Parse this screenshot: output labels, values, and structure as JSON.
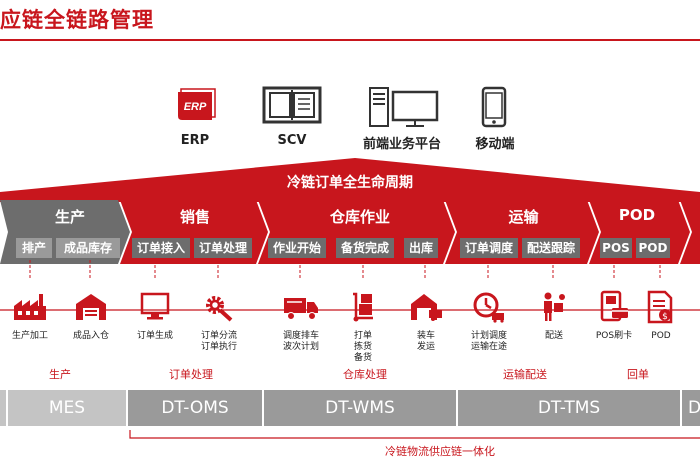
{
  "page": {
    "title": "应链全链路管理"
  },
  "systems": [
    {
      "icon": "erp-icon",
      "label": "ERP"
    },
    {
      "icon": "scv-book-icon",
      "label": "SCV"
    },
    {
      "icon": "desktop-computer-icon",
      "label": "前端业务平台"
    },
    {
      "icon": "mobile-phone-icon",
      "label": "移动端"
    }
  ],
  "lifecycle": {
    "label": "冷链订单全生命周期"
  },
  "stages": [
    {
      "label": "生产",
      "subs": [
        "排产",
        "成品库存"
      ]
    },
    {
      "label": "销售",
      "subs": [
        "订单接入",
        "订单处理"
      ]
    },
    {
      "label": "仓库作业",
      "subs": [
        "作业开始",
        "备货完成",
        "出库"
      ]
    },
    {
      "label": "运输",
      "subs": [
        "订单调度",
        "配送跟踪"
      ]
    },
    {
      "label": "POD",
      "subs": [
        "POS",
        "POD"
      ]
    }
  ],
  "processes": [
    {
      "icon": "factory-icon",
      "line1": "生产加工",
      "line2": "",
      "line3": ""
    },
    {
      "icon": "warehouse-icon",
      "line1": "成品入仓",
      "line2": "",
      "line3": ""
    },
    {
      "icon": "computer-monitor-icon",
      "line1": "订单生成",
      "line2": "",
      "line3": ""
    },
    {
      "icon": "gear-wrench-icon",
      "line1": "订单分流",
      "line2": "订单执行",
      "line3": ""
    },
    {
      "icon": "truck-icon",
      "line1": "调度排车",
      "line2": "波次计划",
      "line3": ""
    },
    {
      "icon": "hand-truck-icon",
      "line1": "打单",
      "line2": "拣货",
      "line3": "备货"
    },
    {
      "icon": "loading-dock-icon",
      "line1": "装车",
      "line2": "发运",
      "line3": ""
    },
    {
      "icon": "clock-delivery-icon",
      "line1": "计划调度",
      "line2": "运输在途",
      "line3": ""
    },
    {
      "icon": "delivery-person-icon",
      "line1": "配送",
      "line2": "",
      "line3": ""
    },
    {
      "icon": "pos-card-icon",
      "line1": "POS刷卡",
      "line2": "",
      "line3": ""
    },
    {
      "icon": "pod-document-icon",
      "line1": "POD",
      "line2": "",
      "line3": ""
    }
  ],
  "bottom_labels": [
    "生产",
    "订单处理",
    "仓库处理",
    "运输配送",
    "回单"
  ],
  "system_bars": [
    "MES",
    "DT-OMS",
    "DT-WMS",
    "DT-TMS",
    "D"
  ],
  "bracket": {
    "label": "冷链物流供应链一体化"
  },
  "colors": {
    "accent": "#c8161d",
    "gray": "#6d6d6d",
    "bar_gray": "#9a9a9a",
    "light_gray": "#c4c4c4"
  }
}
